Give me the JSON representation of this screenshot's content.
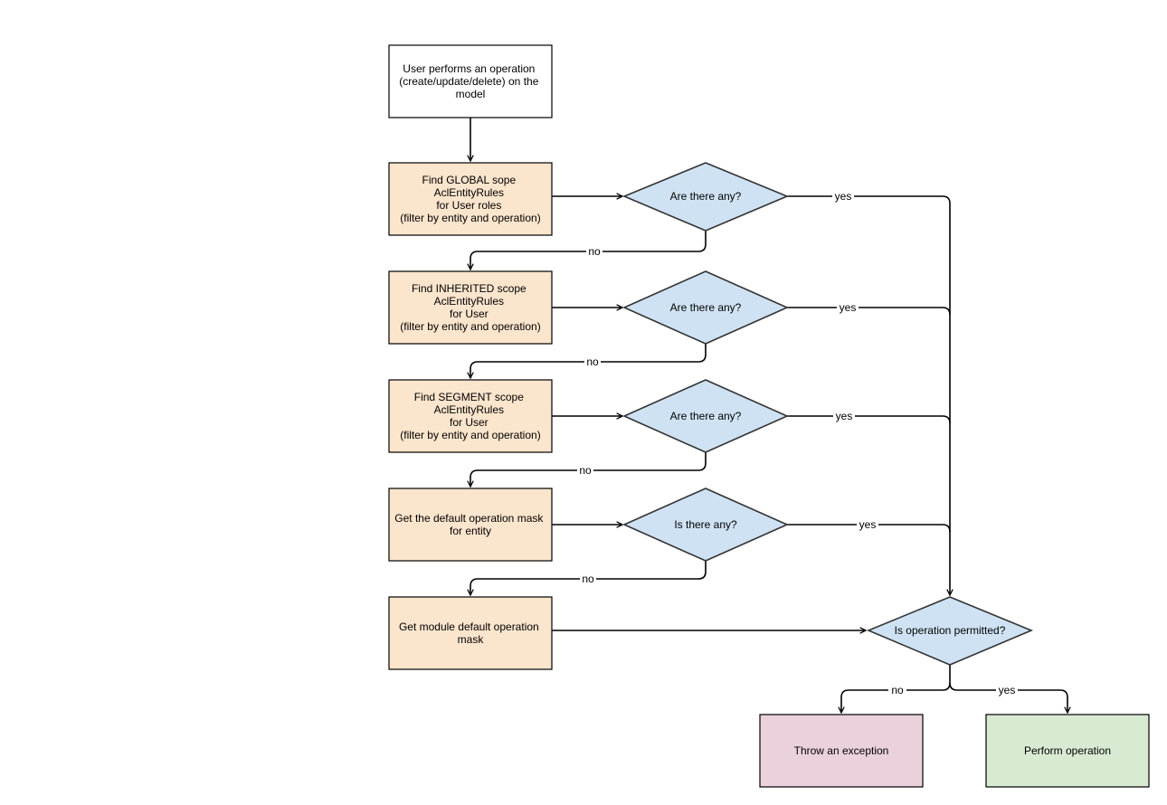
{
  "colors": {
    "start": "#ffffff",
    "step": "#fce5cd",
    "decision": "#cfe2f3",
    "exception": "#ead1dc",
    "success": "#d9ead3",
    "line": "#000000"
  },
  "nodes": {
    "start": [
      "User performs an operation",
      "(create/update/delete) on the",
      "model"
    ],
    "global": [
      "Find GLOBAL sope",
      "AclEntityRules",
      "for User roles",
      "(filter by entity and operation)"
    ],
    "inherited": [
      "Find INHERITED scope",
      "AclEntityRules",
      "for User",
      "(filter by entity and operation)"
    ],
    "segment": [
      "Find SEGMENT scope",
      "AclEntityRules",
      "for User",
      "(filter by entity and operation)"
    ],
    "default_mask": [
      "Get the default operation mask",
      "for entity"
    ],
    "module_mask": [
      "Get module default operation",
      "mask"
    ],
    "q_global": [
      "Are there any?"
    ],
    "q_inherited": [
      "Are there any?"
    ],
    "q_segment": [
      "Are there any?"
    ],
    "q_default": [
      "Is there any?"
    ],
    "q_permitted": [
      "Is operation permitted?"
    ],
    "exception": [
      "Throw an exception"
    ],
    "perform": [
      "Perform operation"
    ]
  },
  "edge_labels": {
    "yes_global": "yes",
    "no_global": "no",
    "yes_inherited": "yes",
    "no_inherited": "no",
    "yes_segment": "yes",
    "no_segment": "no",
    "yes_default": "yes",
    "no_default": "no",
    "no_permitted": "no",
    "yes_permitted": "yes"
  }
}
